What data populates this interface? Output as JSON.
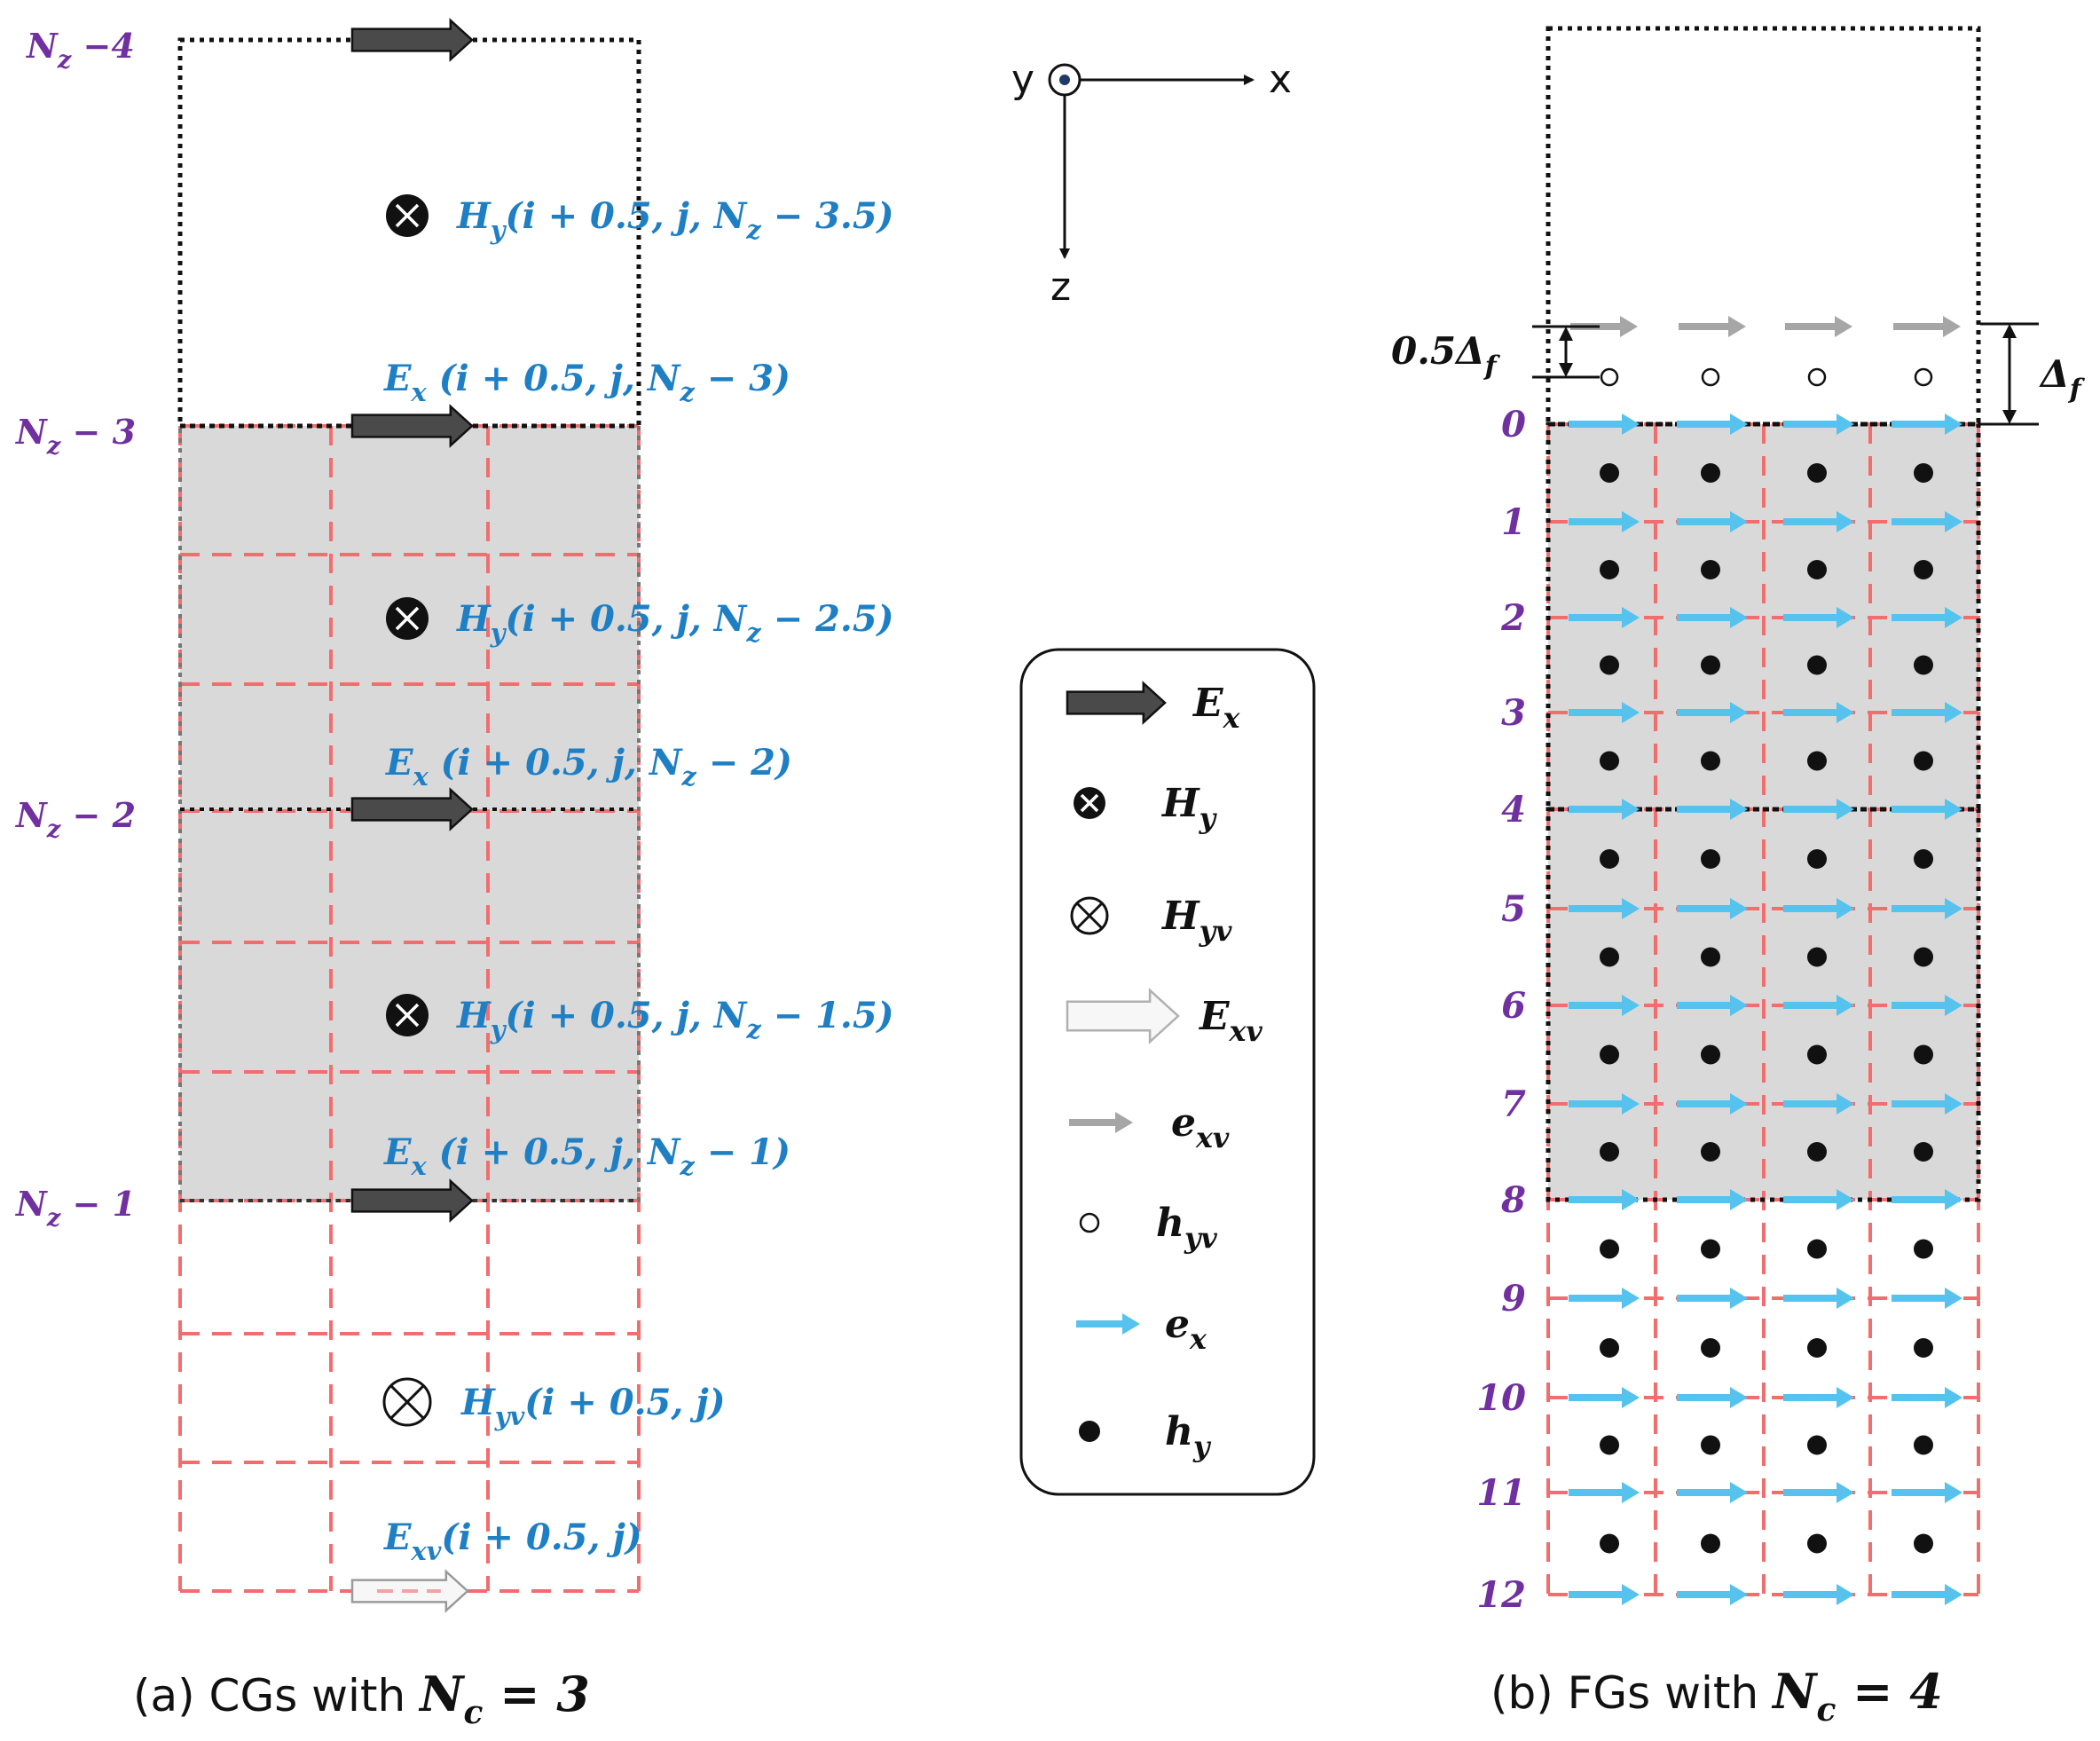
{
  "colors": {
    "purple": "#7030a0",
    "blue_text": "#1f7fc4",
    "red_dash": "#f26d6d",
    "gray_fill": "#d9d9d9",
    "dark_arrow": "#4a4a4a",
    "light_arrow": "#a6a6a6",
    "cyan_arrow": "#56c2ee"
  },
  "panel_a": {
    "rows": [
      {
        "label": "N_z −4"
      },
      {
        "label": "N_z − 3"
      },
      {
        "label": "N_z − 2"
      },
      {
        "label": "N_z − 1"
      }
    ],
    "hy_labels": [
      "H_y(i + 0.5, j, N_z − 3.5)",
      "H_y(i + 0.5, j, N_z − 2.5)",
      "H_y(i + 0.5, j, N_z − 1.5)"
    ],
    "ex_labels": [
      "E_x (i + 0.5, j, N_z − 3)",
      "E_x (i + 0.5, j, N_z − 2)",
      "E_x (i + 0.5, j, N_z − 1)"
    ],
    "hyv_label": "H_yv(i + 0.5, j)",
    "exv_label": "E_xv(i + 0.5, j)",
    "caption_prefix": "(a) CGs with ",
    "caption_math": "N_c = 3"
  },
  "axes": {
    "x": "x",
    "y": "y",
    "z": "z"
  },
  "legend": {
    "items": [
      {
        "icon": "dark-arrow-icon",
        "label": "E_x"
      },
      {
        "icon": "crossed-dot-icon",
        "label": "H_y"
      },
      {
        "icon": "crossed-circle-icon",
        "label": "H_yv"
      },
      {
        "icon": "hollow-arrow-icon",
        "label": "E_xv"
      },
      {
        "icon": "gray-arrow-icon",
        "label": "e_xv"
      },
      {
        "icon": "small-circle-icon",
        "label": "h_yv"
      },
      {
        "icon": "cyan-arrow-icon",
        "label": "e_x"
      },
      {
        "icon": "black-dot-icon",
        "label": "h_y"
      }
    ]
  },
  "panel_b": {
    "row_labels": [
      "0",
      "1",
      "2",
      "3",
      "4",
      "5",
      "6",
      "7",
      "8",
      "9",
      "10",
      "11",
      "12"
    ],
    "half_delta_label": "0.5Δ_f",
    "delta_label": "Δ_f",
    "caption_prefix": "(b) FGs with ",
    "caption_math": "N_c = 4"
  }
}
